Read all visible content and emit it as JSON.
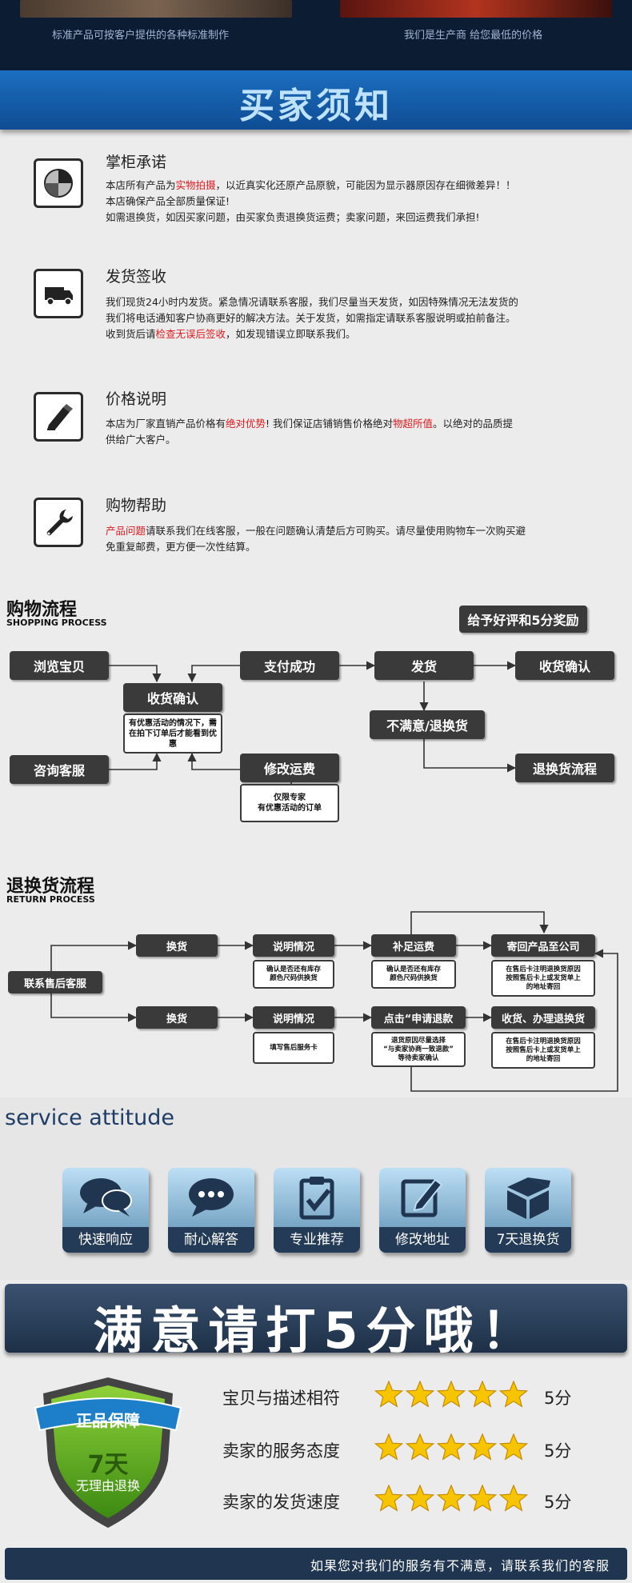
{
  "top": {
    "caption_left": "标准产品可按客户提供的各种标准制作",
    "caption_right": "我们是生产商 给您最低的价格"
  },
  "notice": {
    "title": "买家须知",
    "items": [
      {
        "title": "掌柜承诺",
        "line1_a": "本店所有产品为",
        "line1_red": "实物拍摄",
        "line1_b": "，以近真实化还原产品原貌，可能因为显示器原因存在细微差异！！",
        "line2": "本店确保产品全部质量保证!",
        "line3": "如需退换货，如因买家问题，由买家负责退换货运费；卖家问题，来回运费我们承担!"
      },
      {
        "title": "发货签收",
        "line1": "我们现货24小时内发货。紧急情况请联系客服，我们尽量当天发货，如因特殊情况无法发货的",
        "line2": "我们将电话通知客户协商更好的解决方法。关于发货，如需指定请联系客服说明或拍前备注。",
        "line3_a": "收到货后请",
        "line3_red": "检查无误后签收",
        "line3_b": "，如发现错误立即联系我们。"
      },
      {
        "title": "价格说明",
        "line1_a": "本店为厂家直销产品价格有",
        "line1_red1": "绝对优势",
        "line1_b": "! 我们保证店铺销售价格绝对",
        "line1_red2": "物超所值",
        "line1_c": "。以绝对的品质提",
        "line2": "供给广大客户。"
      },
      {
        "title": "购物帮助",
        "line1_red": "产品问题",
        "line1_b": "请联系我们在线客服，一般在问题确认清楚后方可购买。请尽量使用购物车一次购买避",
        "line2": "免重复邮费，更方便一次性结算。"
      }
    ]
  },
  "shopping": {
    "title": "购物流程",
    "subtitle": "SHOPPING PROCESS",
    "browse": "浏览宝贝",
    "confirm": "收货确认",
    "confirm_note": "有优惠活动的情况下，需在拍下订单后才能看到优惠",
    "consult": "咨询客服",
    "paid": "支付成功",
    "modify": "修改运费",
    "modify_note": "仅限专家\n有优惠活动的订单",
    "ship": "发货",
    "receive": "收货确认",
    "review": "给予好评和5分奖励",
    "unhappy": "不满意/退换货",
    "return_flow": "退换货流程"
  },
  "returns": {
    "title": "退换货流程",
    "subtitle": "RETURN PROCESS",
    "contact": "联系售后客服",
    "exchange1": "换货",
    "explain1": "说明情况",
    "explain1_note": "确认是否还有库存\n颜色尺码供换货",
    "pay_ship": "补足运费",
    "pay_ship_note": "确认是否还有库存\n颜色尺码供换货",
    "send_back": "寄回产品至公司",
    "send_back_note": "在售后卡注明退换货原因\n按照售后卡上或发货单上\n的地址寄回",
    "exchange2": "换货",
    "explain2": "说明情况",
    "explain2_note": "填写售后服务卡",
    "click_refund": "点击“申请退款",
    "click_refund_note": "退货原因尽量选择\n“与卖家协商一致退款”\n等待卖家确认",
    "receive_refund": "收货、办理退换货",
    "receive_refund_note": "在售后卡注明退换货原因\n按照售后卡上或发货单上\n的地址寄回"
  },
  "service": {
    "title": "service attitude",
    "cards": [
      {
        "label": "快速响应",
        "icon": "chat-bubbles-icon"
      },
      {
        "label": "耐心解答",
        "icon": "speech-dots-icon"
      },
      {
        "label": "专业推荐",
        "icon": "clipboard-check-icon"
      },
      {
        "label": "修改地址",
        "icon": "edit-pencil-icon"
      },
      {
        "label": "7天退换货",
        "icon": "box-icon"
      }
    ]
  },
  "rating": {
    "banner": "满意请打5分哦！",
    "badge_top": "正品保障",
    "badge_days": "7天",
    "badge_sub": "无理由退换",
    "rows": [
      {
        "label": "宝贝与描述相符",
        "stars": 5,
        "score": "5分"
      },
      {
        "label": "卖家的服务态度",
        "stars": 5,
        "score": "5分"
      },
      {
        "label": "卖家的发货速度",
        "stars": 5,
        "score": "5分"
      }
    ]
  },
  "footer": {
    "text": "如果您对我们的服务有不满意，请联系我们的客服"
  },
  "colors": {
    "banner_blue": "#1b6fc0",
    "highlight_red": "#e0181b",
    "box_dark": "#3a3a3a",
    "navy": "#1f3550",
    "star_yellow": "#f7c500"
  }
}
